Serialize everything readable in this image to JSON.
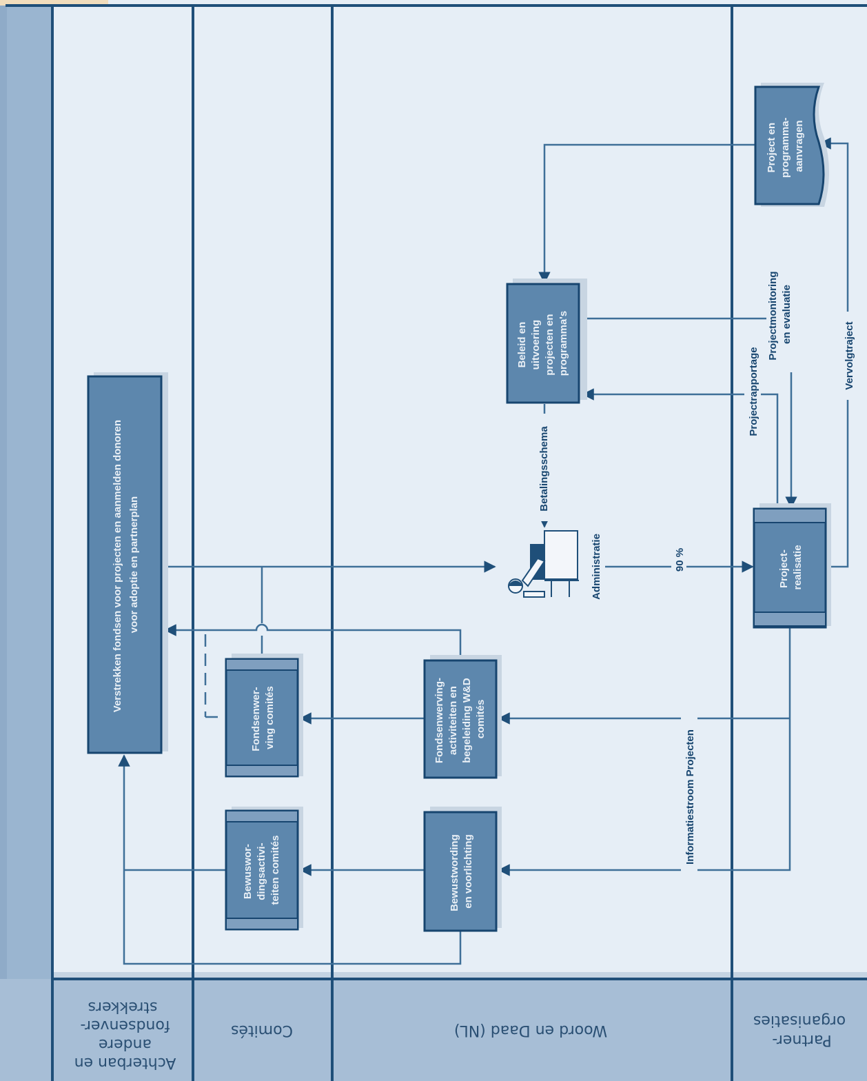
{
  "colors": {
    "background": "#e6eef6",
    "lane_line": "#1f4f79",
    "box_fill": "#5d87ad",
    "box_border": "#17456f",
    "connector": "#3e6f98",
    "header_band": "#9fb7cf",
    "corner_tab": "#f1ddbd"
  },
  "lanes": [
    {
      "key": "achterban",
      "label_lines": [
        "Achterban en",
        "andere",
        "fondsenver-",
        "strekkers"
      ]
    },
    {
      "key": "comites",
      "label_lines": [
        "Comités"
      ]
    },
    {
      "key": "woord_en_daad",
      "label_lines": [
        "Woord en Daad (NL)"
      ]
    },
    {
      "key": "partner",
      "label_lines": [
        "Partner-",
        "organisaties"
      ]
    }
  ],
  "nodes": {
    "verstrekken": {
      "lines": [
        "Verstrekken fondsen voor projecten en aanmelden donoren",
        "voor adoptie en partnerplan"
      ]
    },
    "bewustwording_comites": {
      "lines": [
        "Bewuswor-",
        "dingsactivi-",
        "teiten comités"
      ]
    },
    "fondsenwerving_comites": {
      "lines": [
        "Fondsenwer-",
        "ving comités"
      ]
    },
    "bewustwording_voorlichting": {
      "lines": [
        "Bewustwording",
        "en voorlichting"
      ]
    },
    "fondsenwerving_activiteiten": {
      "lines": [
        "Fondsenwerving-",
        "activiteiten en",
        "begeleiding W&D",
        "comités"
      ]
    },
    "administratie": {
      "label": "Administratie",
      "icon": "desk-worker-icon"
    },
    "beleid": {
      "lines": [
        "Beleid en",
        "uitvoering",
        "projecten en",
        "programma's"
      ]
    },
    "aanvragen": {
      "lines": [
        "Project en",
        "programma-",
        "aanvragen"
      ]
    },
    "realisatie": {
      "lines": [
        "Project-",
        "realisatie"
      ]
    }
  },
  "edge_labels": {
    "betalingsschema": "Betalingsschema",
    "percentage": "90 %",
    "projectrapportage": "Projectrapportage",
    "monitoring": [
      "Projectmonitoring",
      "en evaluatie"
    ],
    "vervolgtraject": "Vervolgtraject",
    "informatiestroom": "Informatiestroom Projecten"
  }
}
